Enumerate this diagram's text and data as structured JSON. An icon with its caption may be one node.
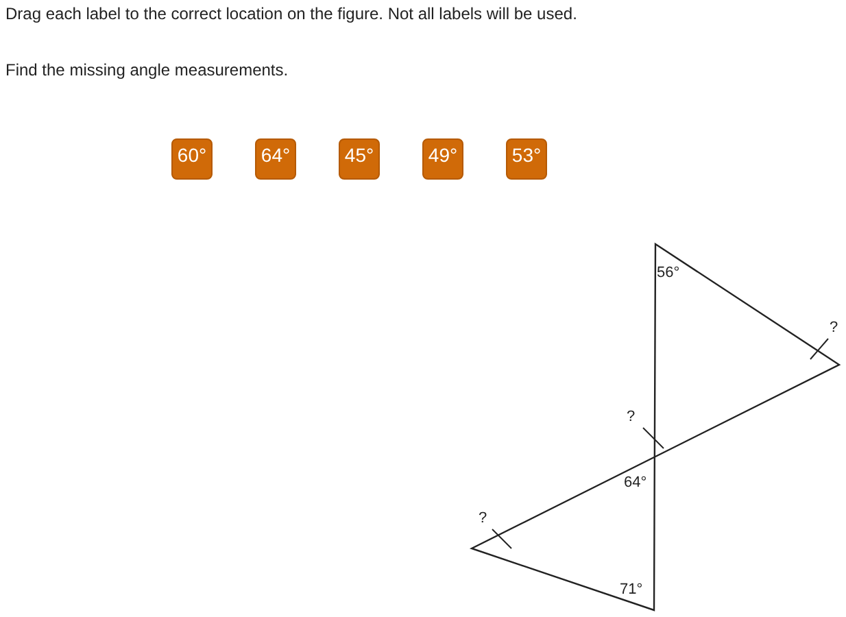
{
  "diagram": {
    "nodes": [
      {
        "text": [
          "60°"
        ]
      },
      {
        "text": [
          "64°"
        ]
      },
      {
        "text": [
          "45°"
        ]
      },
      {
        "text": [
          "49°"
        ]
      },
      {
        "text": [
          "53°"
        ]
      },
      {
        "text": [
          "?"
        ]
      },
      {
        "text": [
          "?"
        ]
      },
      {
        "text": [
          "?"
        ]
      }
    ],
    "edges": [
      {
        "from": 5,
        "to": null,
        "arrow": "none"
      },
      {
        "from": 6,
        "to": null,
        "arrow": "none"
      },
      {
        "from": 7,
        "to": null,
        "arrow": "none"
      }
    ],
    "labels": [
      "Drag each label to the correct location on the figure. Not all labels will be used.",
      "Find the missing angle measurements.",
      "56°",
      "64°",
      "71°"
    ]
  }
}
